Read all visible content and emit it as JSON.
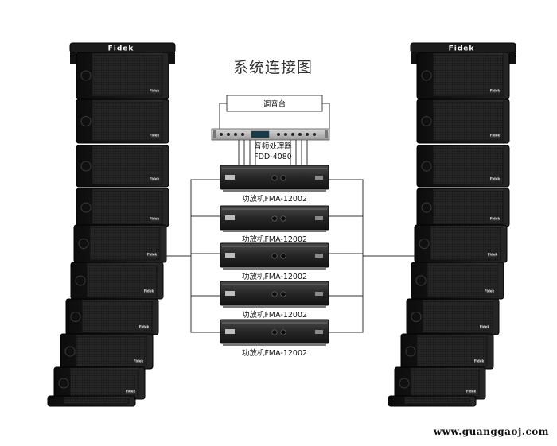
{
  "diagram": {
    "title": "系统连接图",
    "mixer_label": "调音台",
    "processor_label_line1": "音频处理器",
    "processor_label_line2": "FDD-4080",
    "amplifiers": [
      {
        "label": "功放机FMA-12002"
      },
      {
        "label": "功放机FMA-12002"
      },
      {
        "label": "功放机FMA-12002"
      },
      {
        "label": "功放机FMA-12002"
      },
      {
        "label": "功放机FMA-12002"
      }
    ],
    "rig_brand": "Fidek",
    "cabinet_logo": "Fidek",
    "watermark": "www.guanggaoj.com"
  }
}
